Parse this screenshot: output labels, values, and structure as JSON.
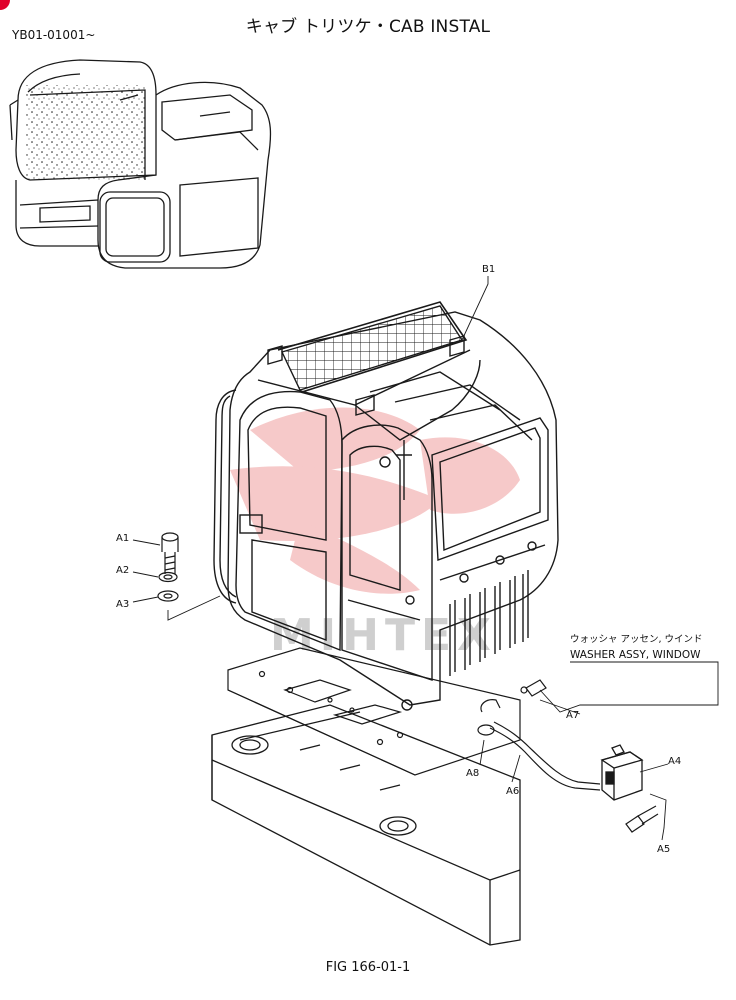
{
  "header": {
    "title": "キャブ トリツケ・CAB INSTAL",
    "serial_range": "YB01-01001~"
  },
  "callouts": {
    "a1": "A1",
    "a2": "A2",
    "a3": "A3",
    "a4": "A4",
    "a5": "A5",
    "a6": "A6",
    "a7": "A7",
    "a8": "A8",
    "b1": "B1"
  },
  "washer_note": {
    "japanese": "ウォッシャ アッセン, ウインド",
    "english": "WASHER ASSY, WINDOW"
  },
  "watermark": "MIHTEX",
  "footer": {
    "figure_number": "FIG 166-01-1"
  },
  "colors": {
    "line": "#1a1a1a",
    "watermark_logo": "#f3b7b7",
    "corner_mark": "#e0002a"
  }
}
